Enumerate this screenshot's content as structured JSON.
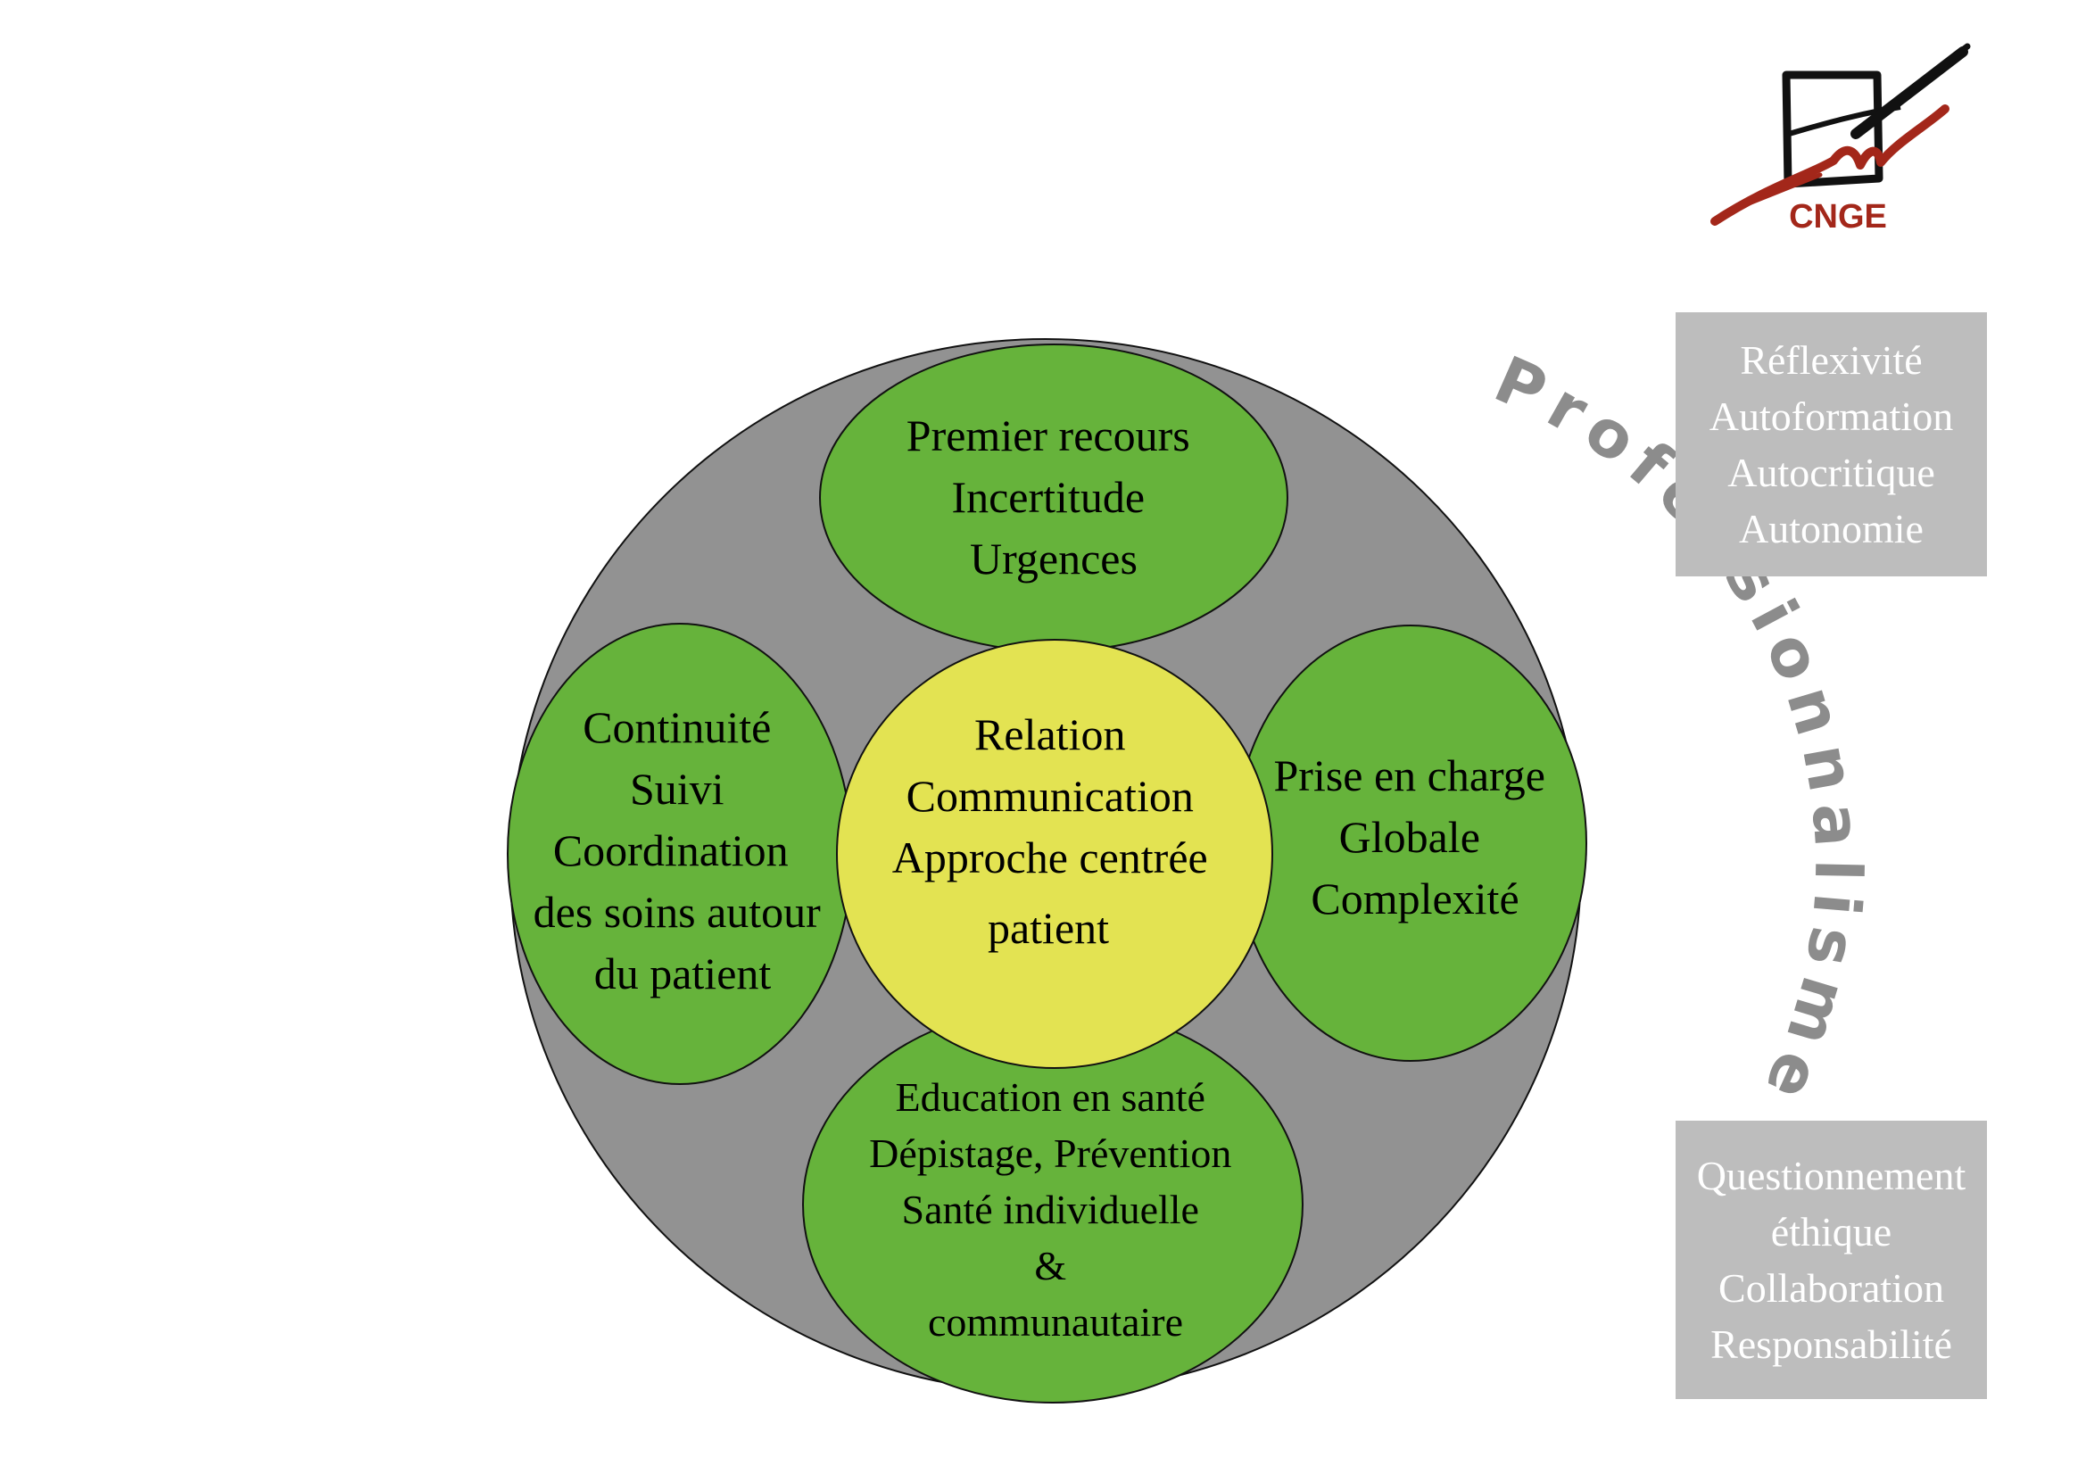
{
  "logo": {
    "text": "CNGE"
  },
  "center": {
    "lines": [
      "Relation",
      "Communication",
      "Approche centrée",
      "patient"
    ]
  },
  "petals": {
    "top": {
      "lines": [
        "Premier recours",
        "Incertitude",
        "Urgences"
      ]
    },
    "left": {
      "lines": [
        "Continuité",
        "Suivi",
        "Coordination",
        "des soins autour",
        "du patient"
      ]
    },
    "right": {
      "lines": [
        "Prise en charge",
        "Globale",
        "Complexité"
      ]
    },
    "bottom": {
      "lines": [
        "Education en santé",
        "Dépistage, Prévention",
        "Santé individuelle",
        "&",
        "communautaire"
      ]
    }
  },
  "arc_label": {
    "text": "Professionnalisme"
  },
  "side_boxes": {
    "top": {
      "lines": [
        "Réflexivité",
        "Autoformation",
        "Autocritique",
        "Autonomie"
      ]
    },
    "bottom": {
      "lines": [
        "Questionnement",
        "éthique",
        "Collaboration",
        "Responsabilité"
      ]
    }
  },
  "colors": {
    "outer_circle": "#929292",
    "petal": "#66b33b",
    "center": "#e3e352",
    "box": "#bdbdbd",
    "arc_text": "#8c8c8c",
    "logo_red": "#a3271a"
  }
}
